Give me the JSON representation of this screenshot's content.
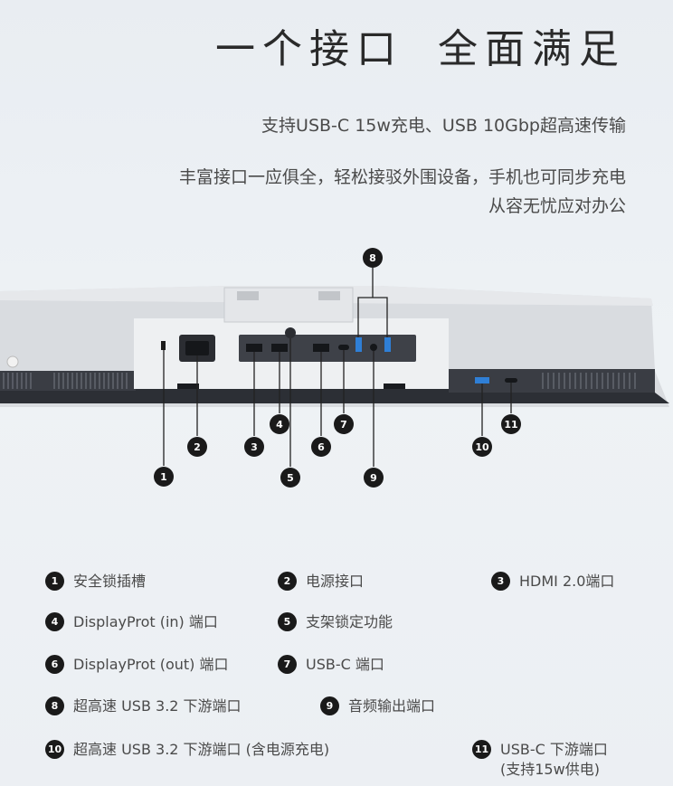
{
  "headline": {
    "part1": "一个接口",
    "part2": "全面满足"
  },
  "subline": "支持USB-C 15w充电、USB 10Gbp超高速传输",
  "description": {
    "line1": "丰富接口一应俱全，轻松接驳外围设备，手机也可同步充电",
    "line2": "从容无忧应对办公"
  },
  "legend": [
    {
      "num": "1",
      "label": "安全锁插槽"
    },
    {
      "num": "2",
      "label": "电源接口"
    },
    {
      "num": "3",
      "label": "HDMI 2.0端口"
    },
    {
      "num": "4",
      "label": "DisplayProt (in) 端口"
    },
    {
      "num": "5",
      "label": "支架锁定功能"
    },
    {
      "num": "6",
      "label": "DisplayProt (out) 端口"
    },
    {
      "num": "7",
      "label": "USB-C 端口"
    },
    {
      "num": "8",
      "label": "超高速 USB 3.2 下游端口"
    },
    {
      "num": "9",
      "label": "音频输出端口"
    },
    {
      "num": "10",
      "label": "超高速 USB 3.2 下游端口 (含电源充电)"
    },
    {
      "num": "11",
      "label": "USB-C 下游端口",
      "label2": "(支持15w供电)"
    }
  ],
  "colors": {
    "badge": "#1a1a1a",
    "usb_blue": "#2f7fd6",
    "monitor_silver": "#d8dbdf",
    "grille": "#3a3d44"
  }
}
